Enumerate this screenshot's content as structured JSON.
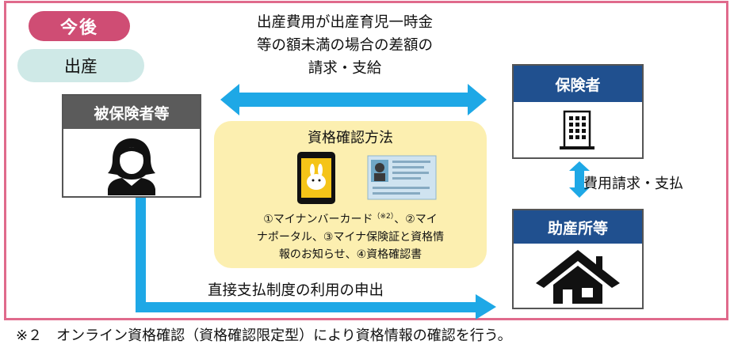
{
  "badges": {
    "now": "今後",
    "birth": "出産"
  },
  "top_note": [
    "出産費用が出産育児一時金",
    "等の額未満の場合の差額の",
    "請求・支給"
  ],
  "boxes": {
    "insured": "被保険者等",
    "insurer": "保険者",
    "midwife": "助産所等"
  },
  "verification": {
    "title": "資格確認方法",
    "line1": "①マイナンバーカード",
    "sup": "（※2）",
    "line1_tail": "、②マイ",
    "line2": "ナポータル、③マイナ保険証と資格情",
    "line3": "報のお知らせ、④資格確認書"
  },
  "labels": {
    "claim_payment": "費用請求・支払",
    "direct_payment": "直接支払制度の利用の申出"
  },
  "footnote": "※２　オンライン資格確認（資格確認限定型）により資格情報の確認を行う。",
  "colors": {
    "frame": "#e06a8c",
    "badge_now": "#cf4d74",
    "badge_birth": "#cfe9e7",
    "arrow": "#1ea8e6",
    "box_head_dark": "#5b5b5b",
    "box_head_blue": "#20508f",
    "panel": "#fcefb0"
  },
  "icons": [
    "person-icon",
    "building-icon",
    "house-icon",
    "smartphone-app-icon",
    "id-card-icon"
  ]
}
